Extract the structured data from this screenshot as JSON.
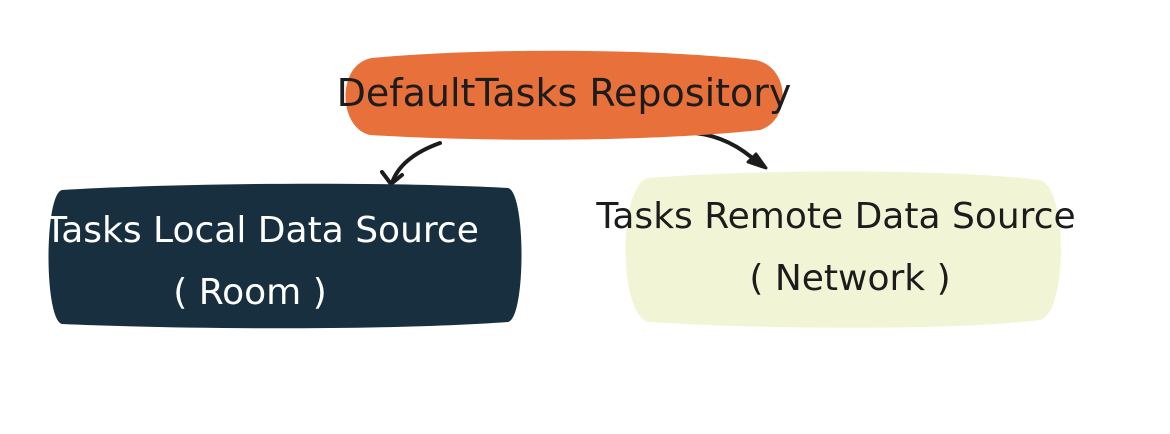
{
  "diagram": {
    "nodes": {
      "repository": {
        "label": "DefaultTasks Repository",
        "fill": "#e8703a",
        "text_color": "#1c1c1c"
      },
      "local": {
        "line1": "Tasks Local Data Source",
        "line2": "( Room )",
        "fill": "#172f3f",
        "text_color": "#ffffff"
      },
      "remote": {
        "line1": "Tasks Remote Data Source",
        "line2": "( Network )",
        "fill": "#f1f5d6",
        "text_color": "#1c1c1c"
      }
    },
    "edges": [
      {
        "from": "repository",
        "to": "local"
      },
      {
        "from": "repository",
        "to": "remote"
      }
    ],
    "arrow_color": "#1c1c1c"
  }
}
